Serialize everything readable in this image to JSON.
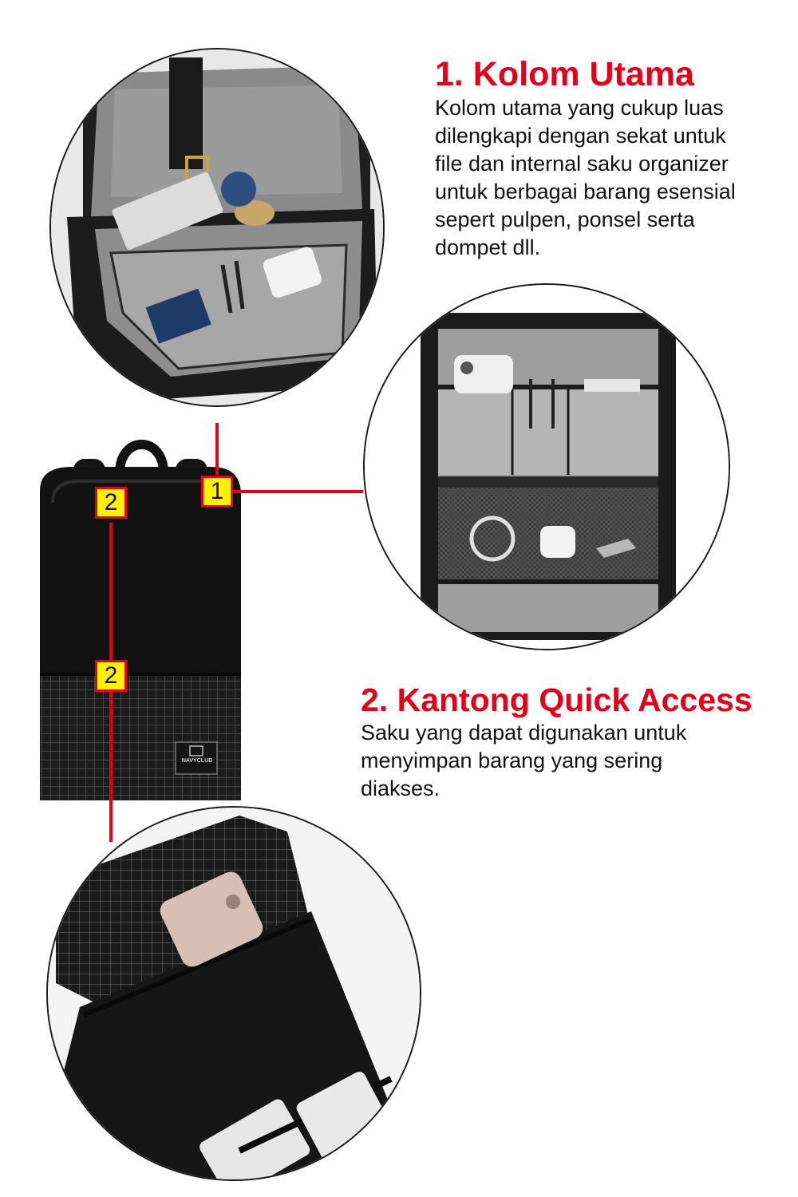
{
  "sections": [
    {
      "title": "1. Kolom Utama",
      "lines": [
        "Kolom utama yang cukup luas",
        "dilengkapi dengan sekat untuk",
        "file dan internal saku organizer",
        "untuk berbagai barang esensial",
        "sepert pulpen, ponsel serta",
        "dompet dll."
      ]
    },
    {
      "title": "2. Kantong Quick Access",
      "lines": [
        "Saku yang dapat digunakan untuk",
        "menyimpan barang yang sering",
        "diakses."
      ]
    }
  ],
  "markers": {
    "main": "1",
    "quick_top": "2",
    "quick_front": "2"
  },
  "branding": {
    "logo": "NAVYCLUB"
  },
  "colors": {
    "accent_red": "#e3001b",
    "marker_yellow": "#fff200"
  }
}
